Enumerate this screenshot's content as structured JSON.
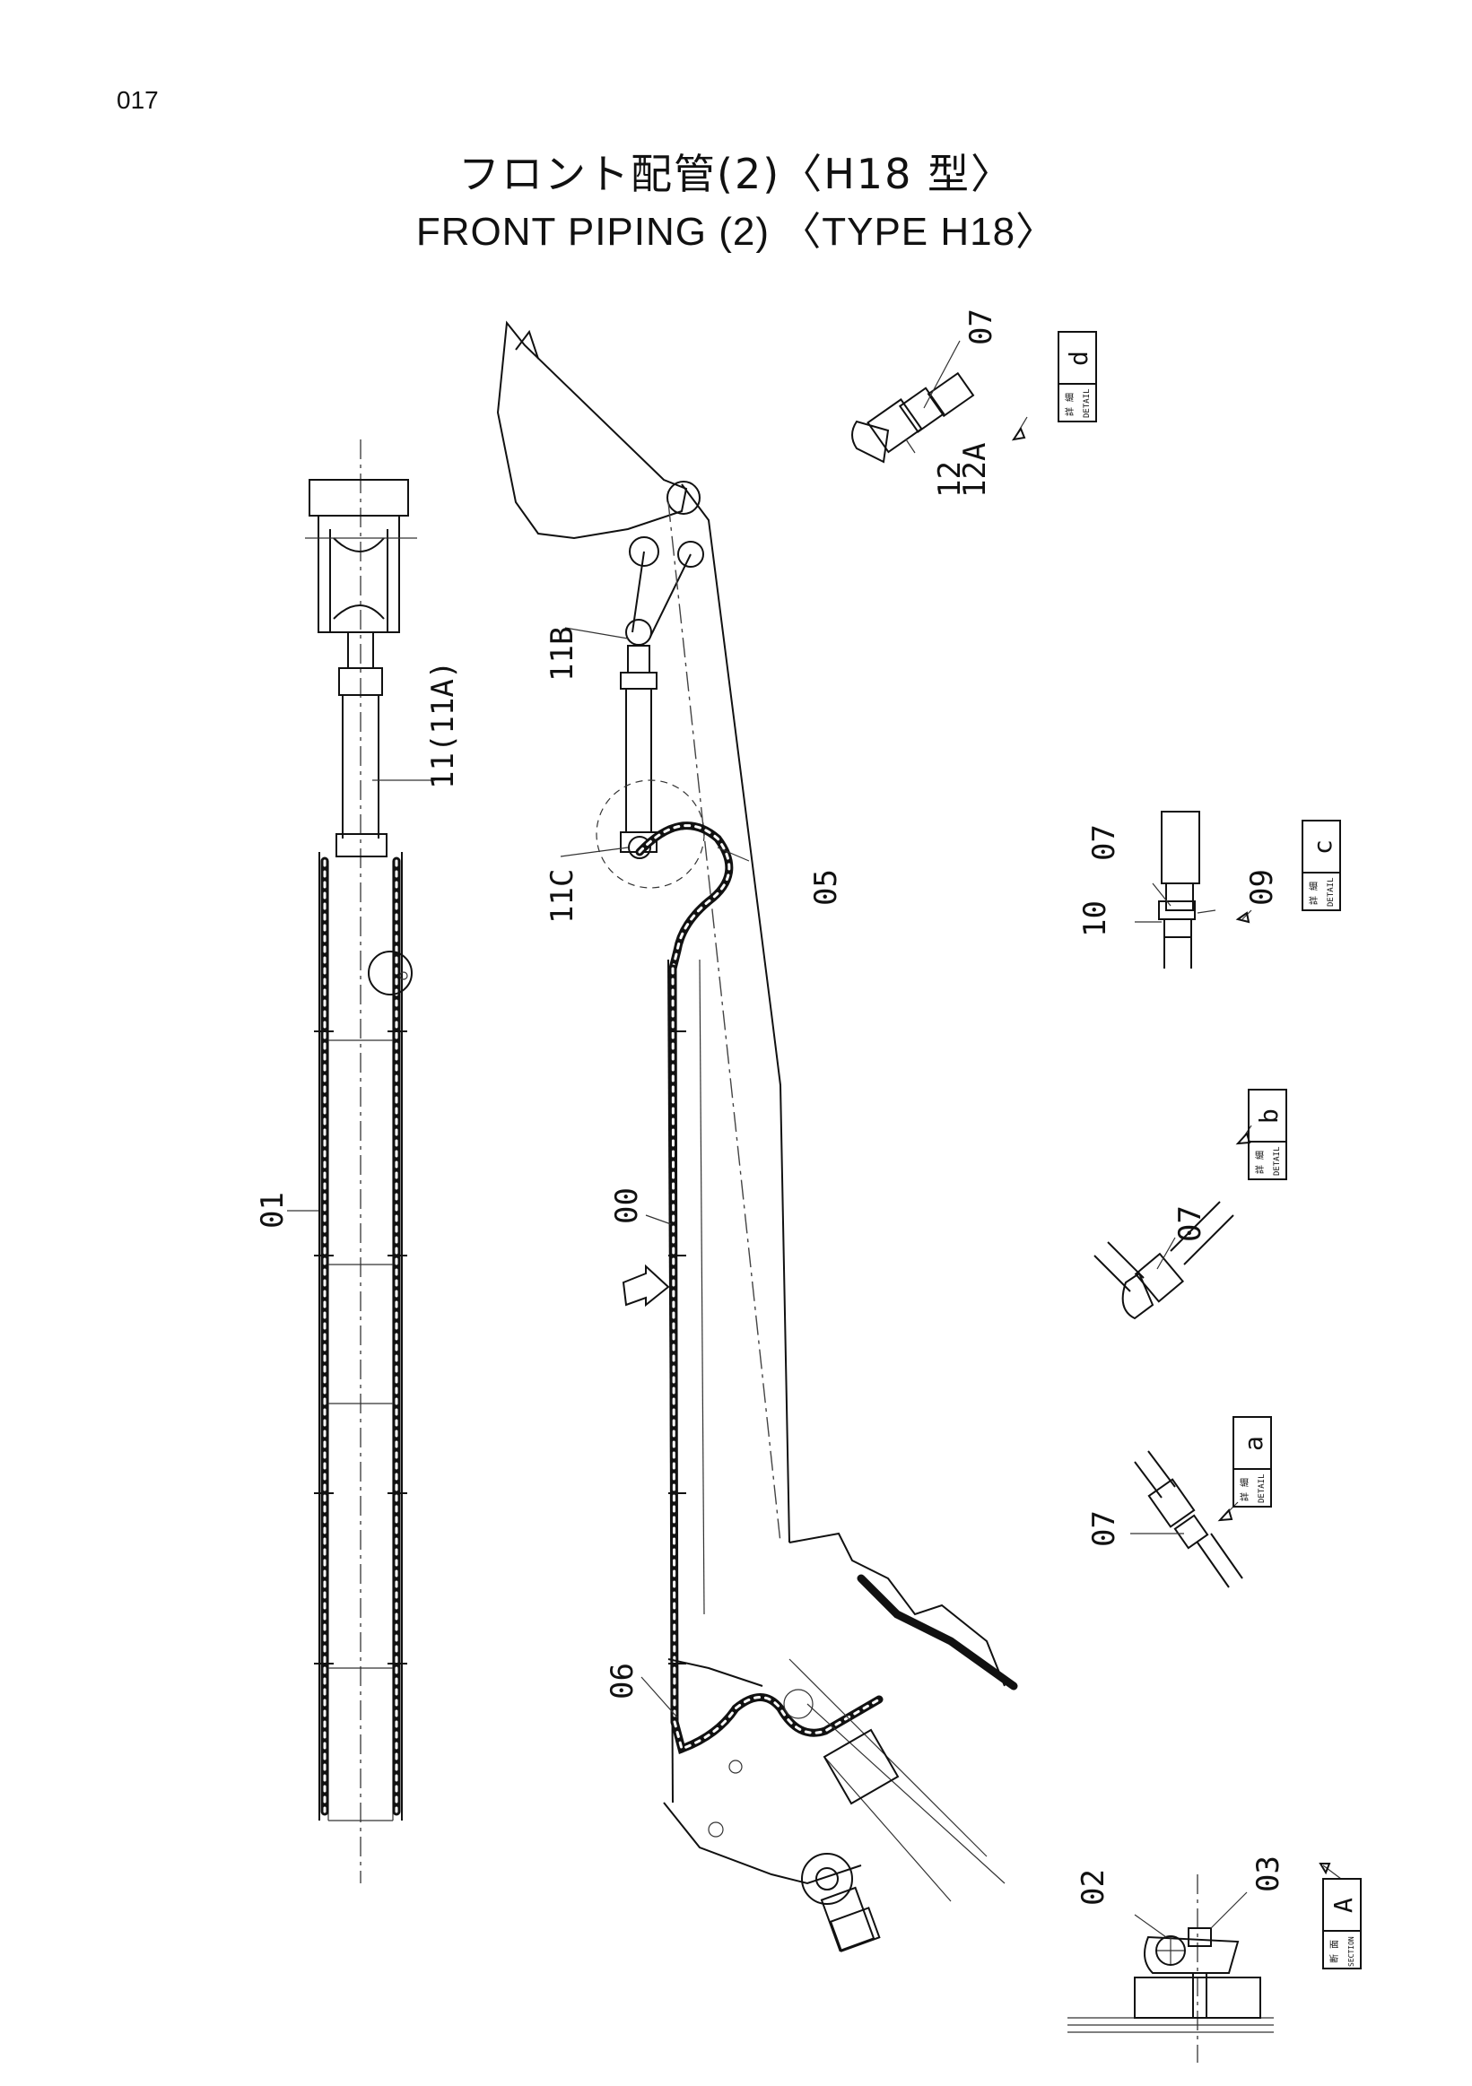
{
  "page_number": "017",
  "title": {
    "jp": "フロント配管(2)〈H18 型〉",
    "en": "FRONT  PIPING (2) 〈TYPE  H18〉"
  },
  "part_labels": {
    "p01": "01",
    "p00": "00",
    "p02": "02",
    "p03": "03",
    "p05": "05",
    "p06": "06",
    "p07a": "07",
    "p07b": "07",
    "p07c": "07",
    "p07d": "07",
    "p09": "09",
    "p10": "10",
    "p11": "11(11A)",
    "p11b": "11B",
    "p11c": "11C",
    "p12": "12",
    "p12a": "12A"
  },
  "detail_boxes": {
    "d": {
      "letter": "d",
      "jp": "詳 細",
      "en": "DETAIL"
    },
    "c": {
      "letter": "c",
      "jp": "詳 細",
      "en": "DETAIL"
    },
    "b": {
      "letter": "b",
      "jp": "詳 細",
      "en": "DETAIL"
    },
    "a": {
      "letter": "a",
      "jp": "詳 細",
      "en": "DETAIL"
    },
    "A": {
      "letter": "A",
      "jp": "断 面",
      "en": "SECTION"
    }
  }
}
